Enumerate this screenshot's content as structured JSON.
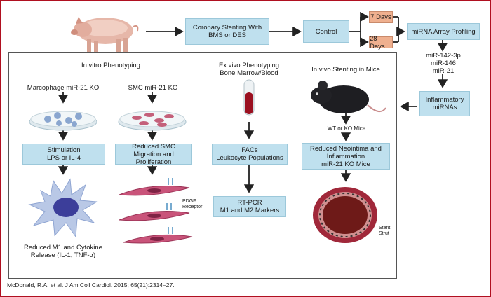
{
  "flow": {
    "stenting": "Coronary Stenting With\nBMS or DES",
    "control": "Control",
    "day7": "7 Days",
    "day28": "28 Days",
    "mirna_profiling": "miRNA Array Profiling",
    "mirnas": "miR-142-3p\nmiR-146\nmiR-21",
    "inflammatory": "Inflammatory\nmiRNAs"
  },
  "in_vitro": {
    "title": "In vitro Phenotyping",
    "macrophage": "Marcophage miR-21 KO",
    "smc": "SMC miR-21 KO",
    "stimulation": "Stimulation\nLPS or IL-4",
    "reduced_smc": "Reduced SMC\nMigration and Proliferation",
    "reduced_m1": "Reduced M1 and Cytokine\nRelease (IL-1, TNF-α)",
    "pdgf": "PDGF\nReceptor"
  },
  "ex_vivo": {
    "title": "Ex vivo Phenotyping\nBone Marrow/Blood",
    "facs": "FACs\nLeukocyte Populations",
    "rtpcr": "RT-PCR\nM1 and M2 Markers"
  },
  "in_vivo": {
    "title": "In vivo Stenting in Mice",
    "mice": "WT or KO Mice",
    "neointima": "Reduced Neointima and\nInflammation\nmiR-21 KO Mice",
    "strut": "Stent\nStrut"
  },
  "citation": "McDonald, R.A. et al. J Am Coll Cardiol. 2015; 65(21):2314–27.",
  "colors": {
    "box": "#bfe0ee",
    "days": "#efb08f",
    "frame": "#b01020",
    "arrow": "#222222"
  }
}
